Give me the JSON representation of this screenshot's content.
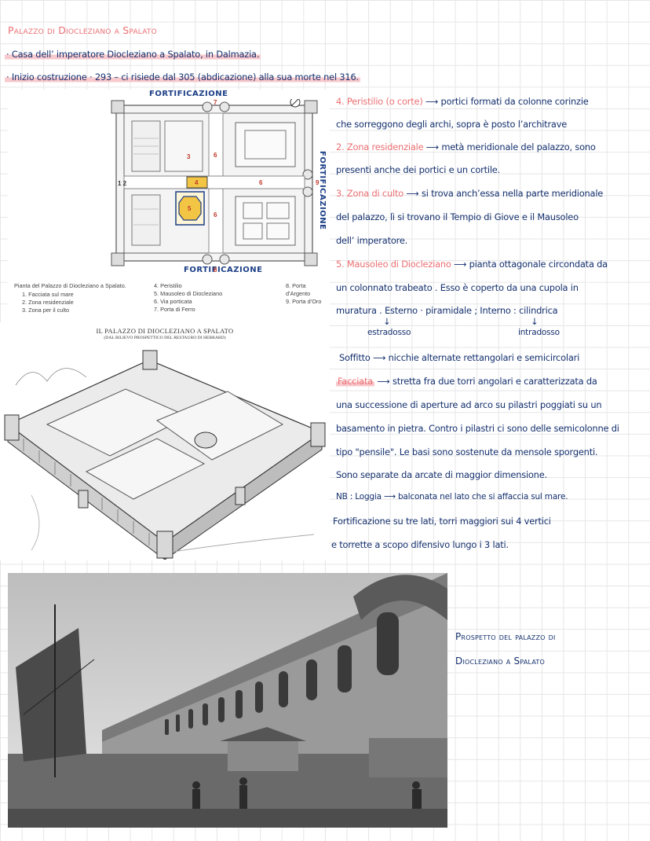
{
  "header": {
    "title": "Palazzo di Diocleziano a Spalato",
    "line1": "· Casa dell’ imperatore Diocleziano a Spalato, in Dalmazia.",
    "line2": "· Inizio costruzione · 293 – ci risiede dal 305 (abdicazione)  alla sua morte nel 316."
  },
  "plan": {
    "top_label": "FORTIFICAZIONE",
    "right_label": "FORTIFICAZIONE",
    "bottom_label": "FORTIFICAZIONE",
    "numbers": [
      "7",
      "6",
      "3",
      "4",
      "6",
      "5",
      "1 2",
      "9",
      "8",
      "6"
    ],
    "caption_title": "Pianta del Palazzo di Diocleziano a Spalato.",
    "legend_col1": [
      "1.  Facciata sul mare",
      "2.  Zona residenziale",
      "3.  Zona per il culto"
    ],
    "legend_col2": [
      "4.  Peristilio",
      "5.  Mausoleo di Diocleziano",
      "6.  Via porticata",
      "7.  Porta di Ferro"
    ],
    "legend_col3": [
      "8.  Porta d’Argento",
      "9.  Porta d’Oro"
    ]
  },
  "engraving": {
    "title": "IL PALAZZO DI DIOCLEZIANO A SPALATO",
    "subtitle": "(DAL RILIEVO PROSPETTICO DEL RESTAURO DI HEBRARD)"
  },
  "notes": {
    "n1a": "4. Peristilio (o corte)",
    "n1b": " ⟶ portici formati da  colonne corinzie",
    "n2": "che sorreggono degli archi, sopra è posto l’architrave",
    "n3a": "2. Zona residenziale",
    "n3b": " ⟶ metà meridionale del palazzo, sono",
    "n4": "presenti anche dei portici e un cortile.",
    "n5a": "3. Zona di culto",
    "n5b": " ⟶ si trova anch’essa nella parte meridionale",
    "n6": "del palazzo, lì si trovano  il Tempio di Giove e il Mausoleo",
    "n7": "dell’ imperatore.",
    "n8a": "5. Mausoleo di Diocleziano",
    "n8b": " ⟶ pianta ottagonale circondata da",
    "n9": "un colonnato trabeato . Esso è coperto da una cupola  in",
    "n10": "muratura . Esterno · piramidale  ;  Interno : cilindrica",
    "n11a": "estradosso",
    "n11b": "intradosso",
    "n12": "Soffitto ⟶ nicchie alternate rettangolari e semicircolari",
    "n13a": "Facciata",
    "n13b": " ⟶ stretta fra due torri angolari e caratterizzata da",
    "n14": "una successione di aperture ad arco su pilastri poggiati su un",
    "n15": "basamento in pietra. Contro i pilastri ci sono delle semicolonne di",
    "n16": "tipo \"pensile\". Le basi sono sostenute da mensole sporgenti.",
    "n17": "Sono separate da arcate di maggior dimensione.",
    "n18": "NB : Loggia ⟶ balconata nel lato che si affaccia sul mare.",
    "n19": "Fortificazione su tre lati, torri maggiori sui 4 vertici",
    "n20": "e torrette a scopo difensivo lungo i 3 lati."
  },
  "prospect": {
    "line1": "Prospetto del palazzo di",
    "line2": "Diocleziano a Spalato"
  },
  "colors": {
    "ink": "#14306e",
    "accent": "#ec6f73",
    "highlight": "#f8c9cd",
    "yellow": "#f2c544"
  }
}
